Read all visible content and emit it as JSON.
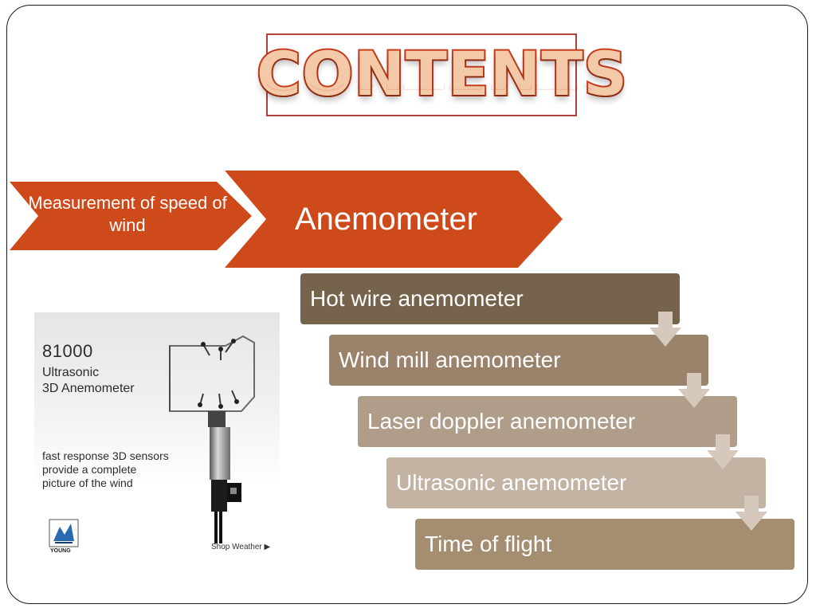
{
  "title": "CONTENTS",
  "chevrons": {
    "first_label": "Measurement of speed of wind",
    "second_label": "Anemometer"
  },
  "steps": [
    {
      "label": "Hot wire anemometer",
      "color": "#76634c"
    },
    {
      "label": "Wind mill anemometer",
      "color": "#9a836a"
    },
    {
      "label": "Laser doppler anemometer",
      "color": "#b09d89"
    },
    {
      "label": "Ultrasonic anemometer",
      "color": "#c2b3a3"
    },
    {
      "label": "Time of flight",
      "color": "#a58d72"
    }
  ],
  "photo": {
    "model": "81000",
    "type_line1": "Ultrasonic",
    "type_line2": "3D Anemometer",
    "tagline_1": "fast response 3D sensors",
    "tagline_2": "provide a complete",
    "tagline_3": "picture of the wind",
    "brand": "YOUNG",
    "shop_link": "Shop Weather ▶"
  },
  "colors": {
    "accent_orange": "#cf4a1b",
    "title_outline": "#b0403a",
    "arrow_fill": "#d6c8ba"
  }
}
